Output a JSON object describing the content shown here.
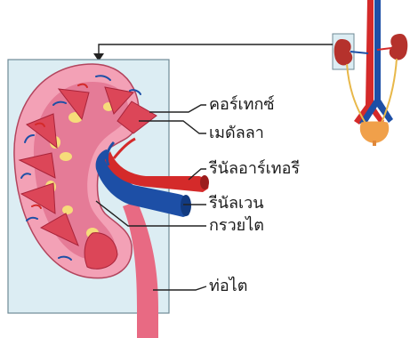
{
  "labels": {
    "cortex": "คอร์เทกซ์",
    "medulla": "เมดัลลา",
    "renal_artery": "รีนัลอาร์เทอรี",
    "renal_vein": "รีนัลเวน",
    "renal_pelvis": "กรวยไต",
    "ureter": "ท่อไต"
  },
  "colors": {
    "panel": "#dcedf3",
    "panel_border": "#6f8a96",
    "cortex": "#f3a1b6",
    "inner": "#e57b97",
    "pyramid": "#dc4658",
    "fat": "#f6dc7a",
    "artery": "#d42a2a",
    "vein": "#1d4fa6",
    "ureter": "#e86a83",
    "bladder": "#f0a04a",
    "line": "#222222"
  }
}
